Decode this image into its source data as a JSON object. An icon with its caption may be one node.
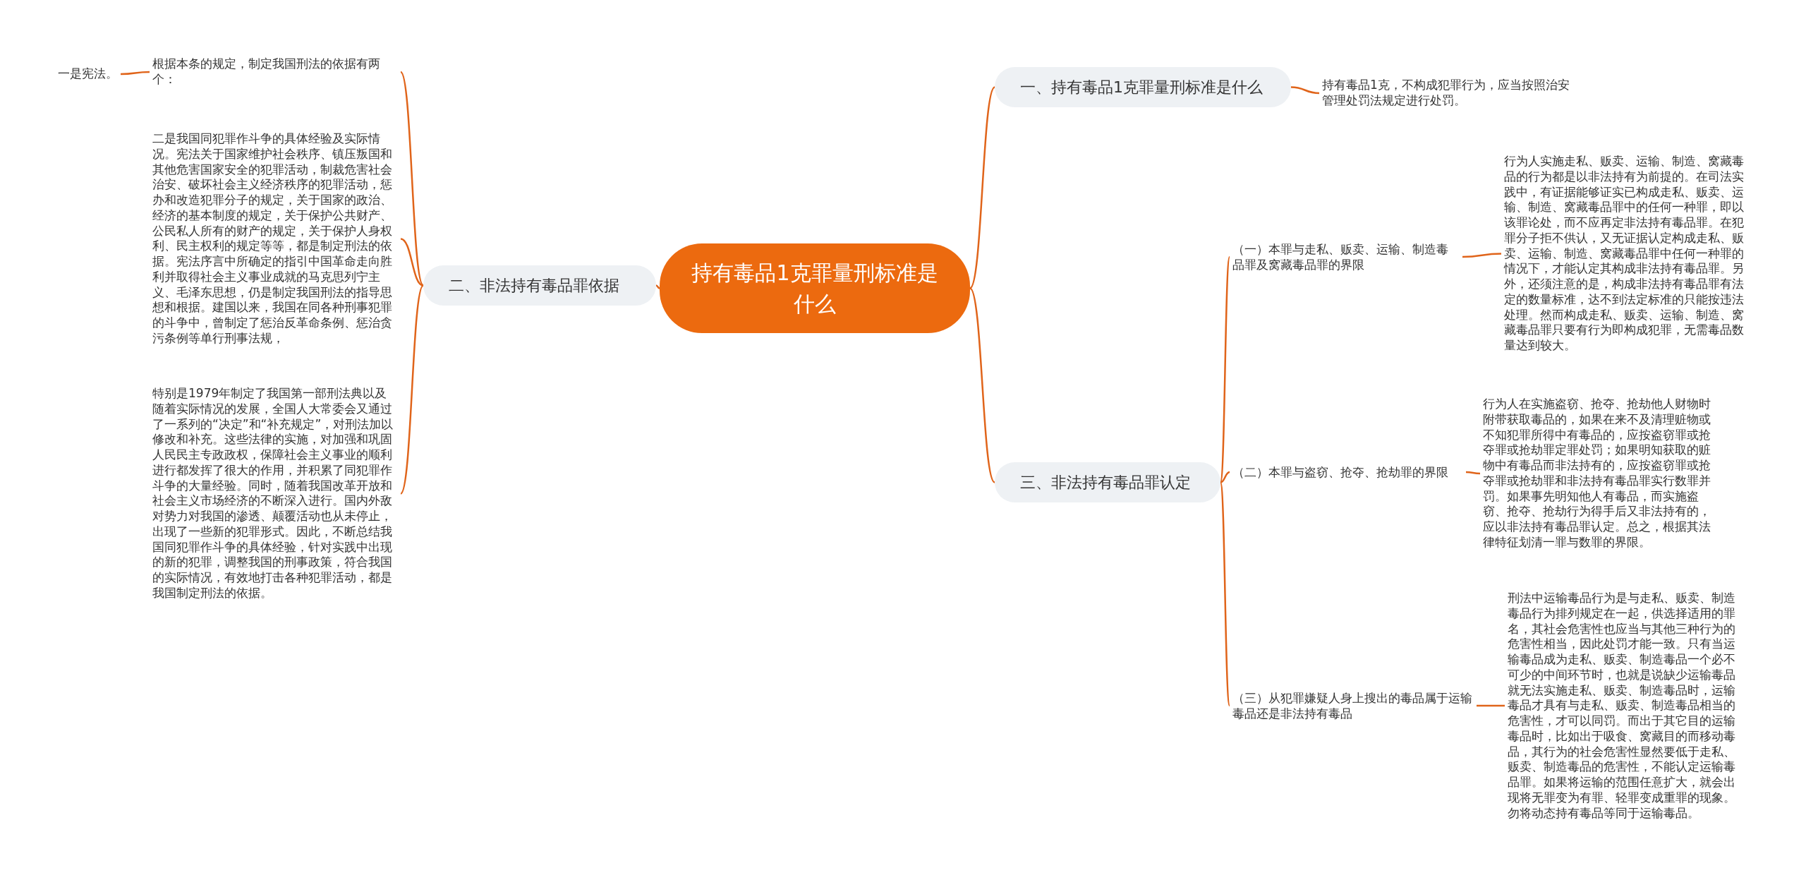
{
  "diagram": {
    "nodes": [
      {
        "text": [
          "持有毒品1克罪量刑标准是什么"
        ]
      },
      {
        "text": [
          "一、持有毒品1克罪量刑标准是什么"
        ]
      },
      {
        "text": [
          "持有毒品1克，不构成犯罪行为，应当按照治安管理处罚法规定进行处罚。"
        ]
      },
      {
        "text": [
          "二、非法持有毒品罪依据"
        ]
      },
      {
        "text": [
          "根据本条的规定，制定我国刑法的依据有两个："
        ]
      },
      {
        "text": [
          "一是宪法。"
        ]
      },
      {
        "text": [
          "二是我国同犯罪作斗争的具体经验及实际情况。宪法关于国家维护社会秩序、镇压叛国和其他危害国家安全的犯罪活动，制裁危害社会治安、破坏社会主义经济秩序的犯罪活动，惩办和改造犯罪分子的规定，关于国家的政治、经济的基本制度的规定，关于保护公共财产、公民私人所有的财产的规定，关于保护人身权利、民主权利的规定等等，都是制定刑法的依据。宪法序言中所确定的指引中国革命走向胜利并取得社会主义事业成就的马克思列宁主义、毛泽东思想，仍是制定我国刑法的指导思想和根据。建国以来，我国在同各种刑事犯罪的斗争中，曾制定了惩治反革命条例、惩治贪污条例等单行刑事法规，"
        ]
      },
      {
        "text": [
          "特别是1979年制定了我国第一部刑法典以及随着实际情况的发展，全国人大常委会又通过了一系列的“决定”和“补充规定”，对刑法加以修改和补充。这些法律的实施，对加强和巩固人民民主专政政权，保障社会主义事业的顺利进行都发挥了很大的作用，并积累了同犯罪作斗争的大量经验。同时，随着我国改革开放和社会主义市场经济的不断深入进行。国内外敌对势力对我国的渗透、颠覆活动也从未停止，出现了一些新的犯罪形式。因此，不断总结我国同犯罪作斗争的具体经验，针对实践中出现的新的犯罪，调整我国的刑事政策，符合我国的实际情况，有效地打击各种犯罪活动，都是我国制定刑法的依据。"
        ]
      },
      {
        "text": [
          "三、非法持有毒品罪认定"
        ]
      },
      {
        "text": [
          "（一）本罪与走私、贩卖、运输、制造毒品罪及窝藏毒品罪的界限"
        ]
      },
      {
        "text": [
          "行为人实施走私、贩卖、运输、制造、窝藏毒品的行为都是以非法持有为前提的。在司法实践中，有证据能够证实已构成走私、贩卖、运输、制造、窝藏毒品罪中的任何一种罪，即以该罪论处，而不应再定非法持有毒品罪。在犯罪分子拒不供认，又无证据认定构成走私、贩卖、运输、制造、窝藏毒品罪中任何一种罪的情况下，才能认定其构成非法持有毒品罪。另外，还须注意的是，构成非法持有毒品罪有法定的数量标准，达不到法定标准的只能按违法处理。然而构成走私、贩卖、运输、制造、窝藏毒品罪只要有行为即构成犯罪，无需毒品数量达到较大。"
        ]
      },
      {
        "text": [
          "（二）本罪与盗窃、抢夺、抢劫罪的界限"
        ]
      },
      {
        "text": [
          "行为人在实施盗窃、抢夺、抢劫他人财物时附带获取毒品的，如果在来不及清理赃物或不知犯罪所得中有毒品的，应按盗窃罪或抢夺罪或抢劫罪定罪处罚；如果明知获取的赃物中有毒品而非法持有的，应按盗窃罪或抢夺罪或抢劫罪和非法持有毒品罪实行数罪并罚。如果事先明知他人有毒品，而实施盗窃、抢夺、抢劫行为得手后又非法持有的，应以非法持有毒品罪认定。总之，根据其法律特征划清一罪与数罪的界限。"
        ]
      },
      {
        "text": [
          "（三）从犯罪嫌疑人身上搜出的毒品属于运输毒品还是非法持有毒品"
        ]
      },
      {
        "text": [
          "刑法中运输毒品行为是与走私、贩卖、制造毒品行为排列规定在一起，供选择适用的罪名，其社会危害性也应当与其他三种行为的危害性相当，因此处罚才能一致。只有当运输毒品成为走私、贩卖、制造毒品一个必不可少的中间环节时，也就是说缺少运输毒品就无法实施走私、贩卖、制造毒品时，运输毒品才具有与走私、贩卖、制造毒品相当的危害性，才可以同罚。而出于其它目的运输毒品时，比如出于吸食、窝藏目的而移动毒品，其行为的社会危害性显然要低于走私、贩卖、制造毒品的危害性，不能认定运输毒品罪。如果将运输的范围任意扩大，就会出现将无罪变为有罪、轻罪变成重罪的现象。勿将动态持有毒品等同于运输毒品。"
        ]
      }
    ],
    "edges": [
      {
        "from": 0,
        "to": 1,
        "arrow": "none"
      },
      {
        "from": 1,
        "to": 2,
        "arrow": "none"
      },
      {
        "from": 0,
        "to": 3,
        "arrow": "none"
      },
      {
        "from": 3,
        "to": 4,
        "arrow": "none"
      },
      {
        "from": 4,
        "to": 5,
        "arrow": "none"
      },
      {
        "from": 3,
        "to": 6,
        "arrow": "none"
      },
      {
        "from": 3,
        "to": 7,
        "arrow": "none"
      },
      {
        "from": 0,
        "to": 8,
        "arrow": "none"
      },
      {
        "from": 8,
        "to": 9,
        "arrow": "none"
      },
      {
        "from": 9,
        "to": 10,
        "arrow": "none"
      },
      {
        "from": 8,
        "to": 11,
        "arrow": "none"
      },
      {
        "from": 11,
        "to": 12,
        "arrow": "none"
      },
      {
        "from": 8,
        "to": 13,
        "arrow": "none"
      },
      {
        "from": 13,
        "to": 14,
        "arrow": "none"
      }
    ]
  }
}
